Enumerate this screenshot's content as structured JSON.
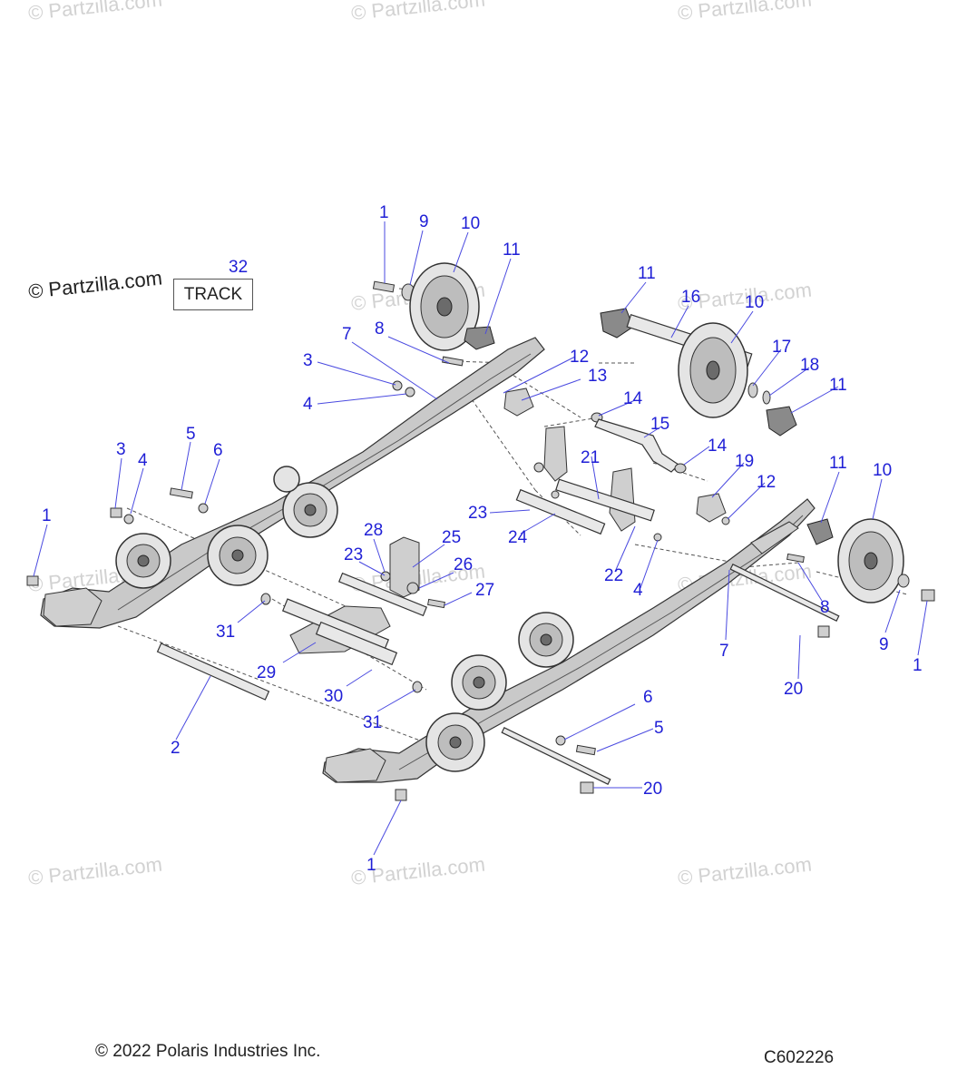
{
  "watermark_text": "© Partzilla.com",
  "brand_watermark": "© Partzilla.com",
  "track_box": {
    "callout": "32",
    "label": "TRACK"
  },
  "footer": {
    "copyright": "© 2022 Polaris Industries Inc.",
    "diagram_code": "C602226"
  },
  "callouts": [
    "1",
    "9",
    "10",
    "11",
    "11",
    "16",
    "10",
    "8",
    "7",
    "3",
    "12",
    "13",
    "17",
    "18",
    "11",
    "4",
    "14",
    "15",
    "3",
    "5",
    "6",
    "4",
    "14",
    "21",
    "19",
    "12",
    "11",
    "10",
    "1",
    "23",
    "28",
    "25",
    "24",
    "23",
    "26",
    "27",
    "22",
    "4",
    "8",
    "31",
    "7",
    "9",
    "1",
    "29",
    "30",
    "20",
    "31",
    "6",
    "5",
    "2",
    "20",
    "1"
  ],
  "colors": {
    "callout": "#1f1fd6",
    "line_art": "#333333",
    "watermark": "#d2d2d2"
  }
}
